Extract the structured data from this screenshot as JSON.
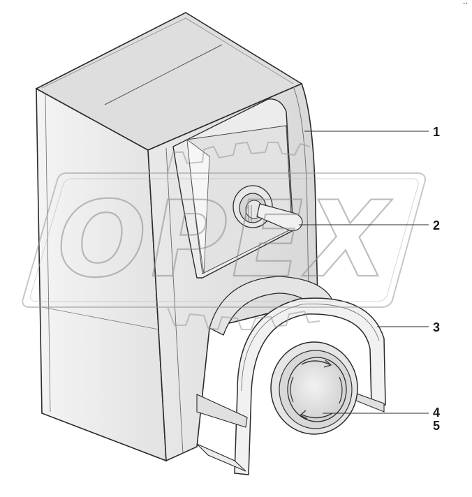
{
  "watermark": {
    "text": "OPEX",
    "color": "#c8c8c8"
  },
  "corner_mark": "••",
  "callouts": [
    {
      "id": "1",
      "label": "1"
    },
    {
      "id": "2",
      "label": "2"
    },
    {
      "id": "3",
      "label": "3"
    },
    {
      "id": "4",
      "label": "4"
    },
    {
      "id": "5",
      "label": "5"
    }
  ],
  "colors": {
    "housing_front": "#e4e4e4",
    "housing_side": "#f0f0f0",
    "housing_top": "#d9d9d9",
    "outline": "#2a2a2a",
    "button": "#dcdcdc"
  }
}
